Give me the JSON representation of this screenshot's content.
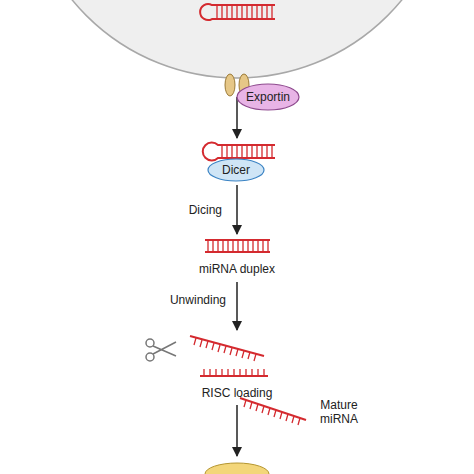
{
  "diagram": {
    "nodes": [
      {
        "text": [
          "Exportin"
        ]
      },
      {
        "text": [
          "Dicer"
        ]
      }
    ],
    "labels": [
      "Dicing",
      "miRNA duplex",
      "Unwinding",
      "RISC loading",
      "Mature miRNA"
    ]
  }
}
